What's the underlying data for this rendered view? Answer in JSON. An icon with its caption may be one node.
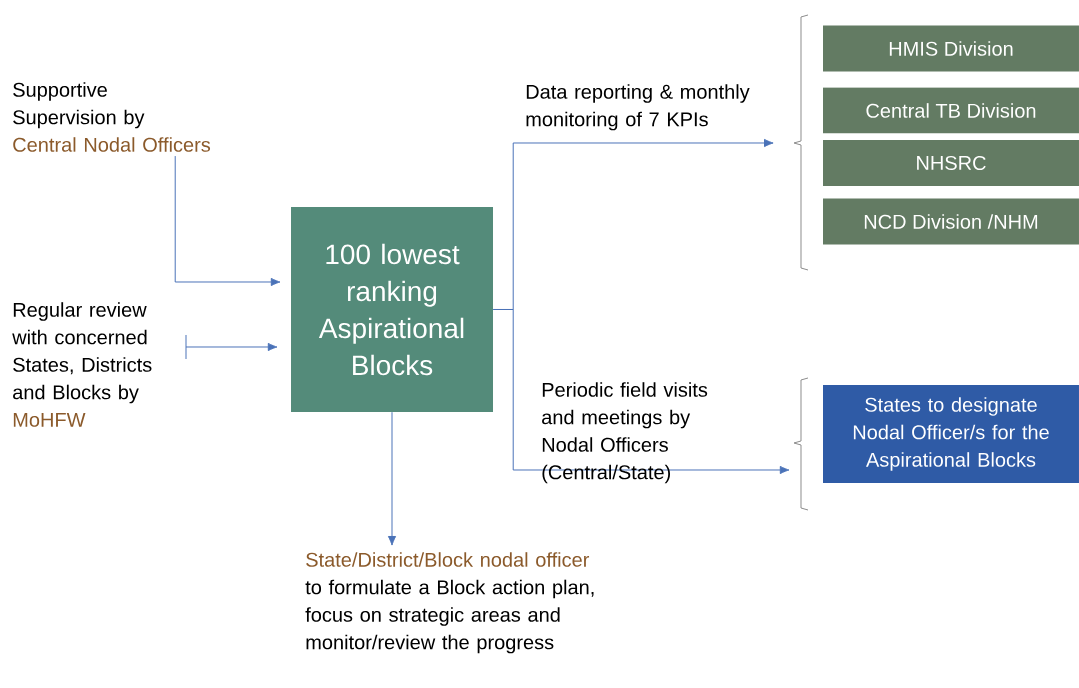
{
  "diagram": {
    "nodes": [
      {
        "text": [
          "Supportive Supervision by",
          "Central Nodal Officers"
        ]
      },
      {
        "text": [
          "Regular review with concerned States, Districts and Blocks by",
          "MoHFW"
        ]
      },
      {
        "text": [
          "100 lowest ranking Aspirational Blocks"
        ]
      },
      {
        "text": [
          "State/District/Block nodal officer",
          "to formulate a Block action plan, focus on strategic areas and monitor/review the progress"
        ]
      },
      {
        "text": [
          "HMIS Division"
        ]
      },
      {
        "text": [
          "Central TB Division"
        ]
      },
      {
        "text": [
          "NHSRC"
        ]
      },
      {
        "text": [
          "NCD Division /NHM"
        ]
      },
      {
        "text": [
          "States to designate Nodal Officer/s for the Aspirational Blocks"
        ]
      }
    ],
    "edges": [
      {
        "from": 0,
        "to": 2,
        "arrow": "to"
      },
      {
        "from": 1,
        "to": 2,
        "arrow": "to"
      },
      {
        "from": 2,
        "to": 3,
        "arrow": "to"
      },
      {
        "from": 2,
        "to": null,
        "arrow": "to",
        "label": "Data reporting & monthly monitoring of 7 KPIs"
      },
      {
        "from": 2,
        "to": 8,
        "arrow": "to",
        "label": "Periodic field visits and meetings by Nodal Officers (Central/State)"
      }
    ]
  }
}
